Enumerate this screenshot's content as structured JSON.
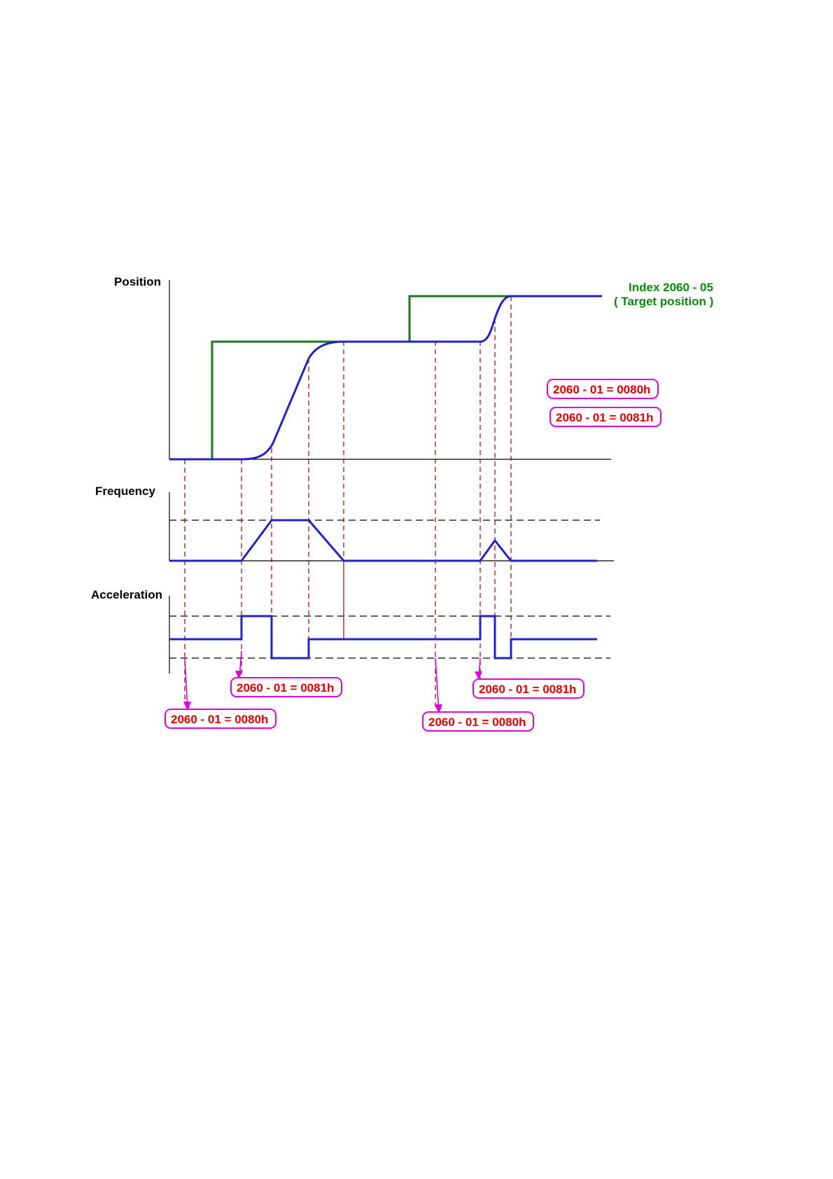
{
  "labels": {
    "position": "Position",
    "frequency": "Frequency",
    "acceleration": "Acceleration",
    "target_index": "Index 2060 - 05",
    "target_desc": "( Target position )"
  },
  "legend": {
    "tag_0080": "2060 - 01 = 0080h",
    "tag_0081": "2060 - 01 = 0081h"
  },
  "annotations": {
    "a1": "2060 - 01 = 0081h",
    "a2": "2060 - 01 = 0080h",
    "a3": "2060 - 01 = 0081h",
    "a4": "2060 - 01 = 0080h"
  },
  "colors": {
    "actual_position": "#2222cc",
    "target_position": "#1a7a1a",
    "tag_border": "#e000e0",
    "tag_text": "#e00000",
    "guide": "#990000"
  }
}
